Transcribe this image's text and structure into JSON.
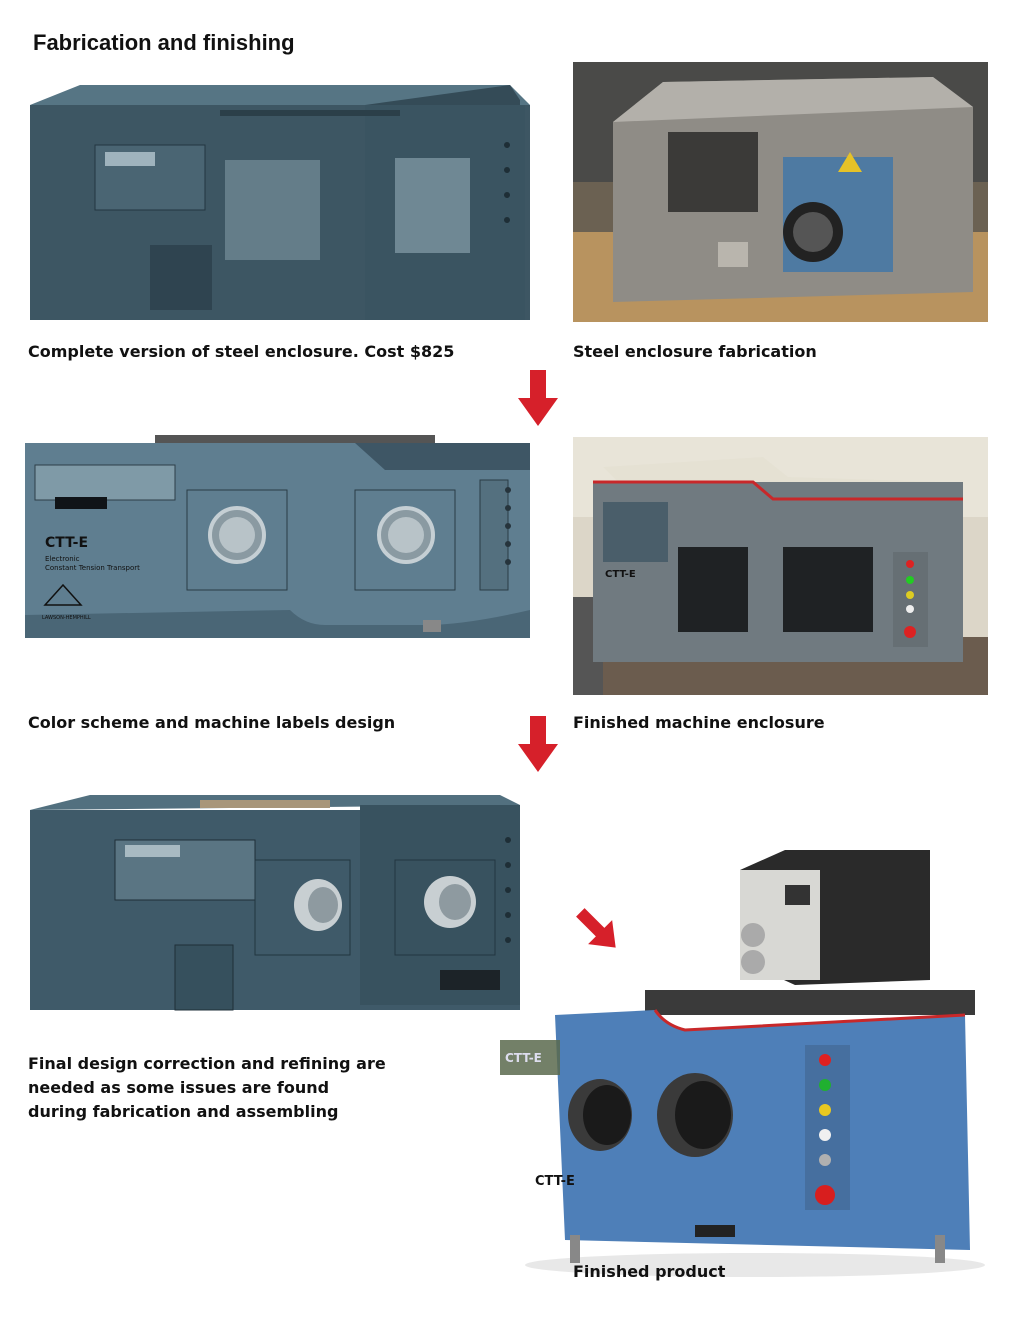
{
  "title": "Fabrication and finishing",
  "captions": {
    "c1": "Complete version of steel enclosure. Cost $825",
    "c2": "Steel enclosure fabrication",
    "c3": "Color scheme and machine labels design",
    "c4": "Finished machine enclosure",
    "c5_l1": "Final design correction and refining are",
    "c5_l2": "needed as some issues are found",
    "c5_l3": "during fabrication and assembling",
    "c6": "Finished product"
  },
  "labels": {
    "model": "CTT-E",
    "sub_l1": "Electronic",
    "sub_l2": "Constant Tension Transport",
    "brand": "LAWSON-HEMPHILL"
  },
  "colors": {
    "arrow": "#d6202a",
    "cad_dark": "#3f5866",
    "cad_light": "#5c7a8a",
    "product_blue": "#4e7fb8",
    "accent_red": "#c8282a"
  }
}
